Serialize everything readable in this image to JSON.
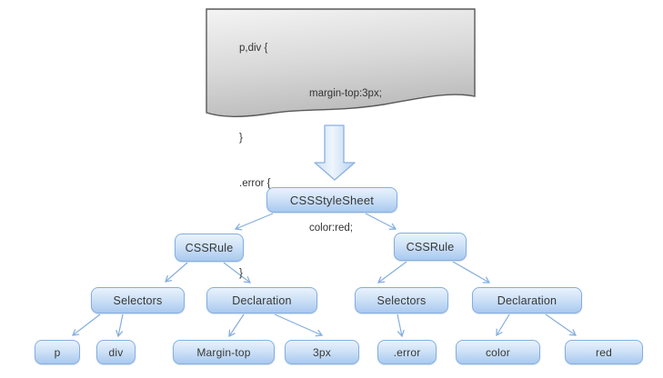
{
  "code_block": {
    "lines": [
      {
        "text": "p,div {",
        "indent": 0
      },
      {
        "text": "margin-top:3px;",
        "indent": 1
      },
      {
        "text": "}",
        "indent": 0
      },
      {
        "text": ".error {",
        "indent": 0
      },
      {
        "text": "color:red;",
        "indent": 1
      },
      {
        "text": "}",
        "indent": 0
      }
    ]
  },
  "tree": {
    "root": {
      "label": "CSSStyleSheet"
    },
    "rules": [
      {
        "label": "CSSRule",
        "selectors": {
          "label": "Selectors",
          "children": [
            "p",
            "div"
          ]
        },
        "declaration": {
          "label": "Declaration",
          "children": [
            "Margin-top",
            "3px"
          ]
        }
      },
      {
        "label": "CSSRule",
        "selectors": {
          "label": "Selectors",
          "children": [
            ".error"
          ]
        },
        "declaration": {
          "label": "Declaration",
          "children": [
            "color",
            "red"
          ]
        }
      }
    ]
  },
  "colors": {
    "node_fill_top": "#e9f2fc",
    "node_fill_bottom": "#a9c9ef",
    "node_border": "#84aede",
    "node_text": "#383838",
    "connector": "#85aedd",
    "document_fill_top": "#f2f2f2",
    "document_fill_bottom": "#bfbfbf",
    "document_border": "#595959",
    "arrow_fill_light": "#eef5fd",
    "arrow_fill_dark": "#b7d2f0",
    "arrow_border": "#8ab1e0",
    "code_text": "#333333"
  }
}
